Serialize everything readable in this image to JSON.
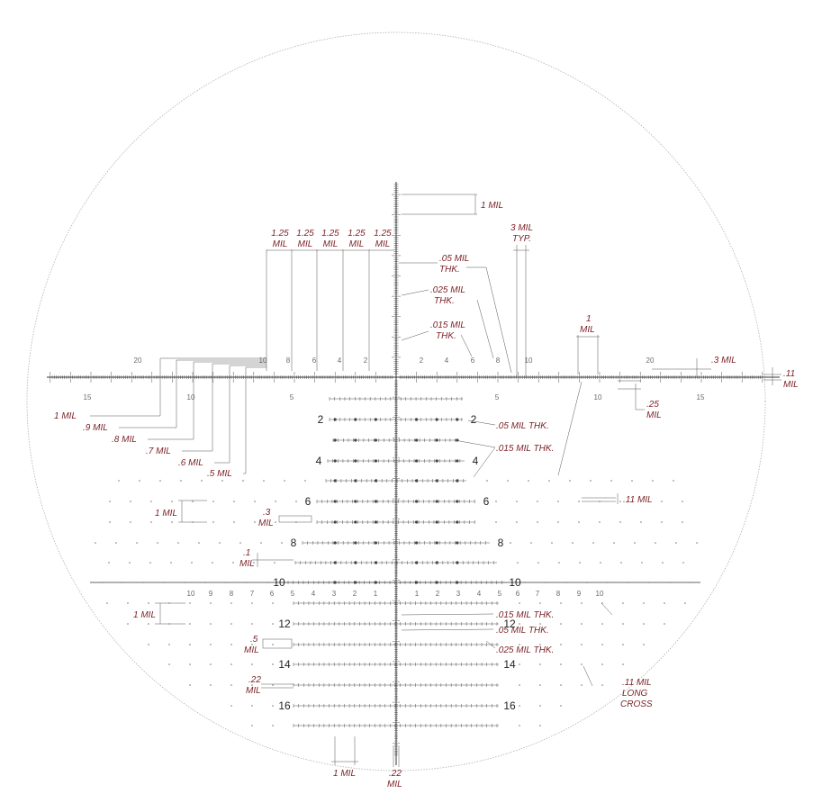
{
  "colors": {
    "dimension_text": "#7a1f24",
    "reticle_line": "#333333",
    "big_number": "#222222"
  },
  "top_dims": {
    "one_mil_top": "1 MIL",
    "spacing_num": "1.25",
    "spacing_unit": "MIL",
    "three_mil_a": "3 MIL",
    "three_mil_b": "TYP.",
    "thk05_a": ".05 MIL",
    "thk05_b": "THK.",
    "thk025_a": ".025 MIL",
    "thk025_b": "THK.",
    "thk015_a": ".015 MIL",
    "thk015_b": "THK.",
    "one_mil_hash_a": "1",
    "one_mil_hash_b": "MIL",
    "point3_mil": ".3 MIL",
    "point11_a": ".11",
    "point11_b": "MIL",
    "point25_a": ".25",
    "point25_b": "MIL"
  },
  "horizontal_scale": {
    "upper_labels": [
      "20",
      "10",
      "8",
      "6",
      "4",
      "2",
      "2",
      "4",
      "6",
      "8",
      "10",
      "20"
    ],
    "lower_labels": [
      "15",
      "10",
      "5",
      "5",
      "10",
      "15"
    ]
  },
  "left_dims": {
    "stair": [
      "1 MIL",
      ".9 MIL",
      ".8 MIL",
      ".7 MIL",
      ".6 MIL",
      ".5 MIL"
    ],
    "one_mil_a": "1 MIL",
    "point3_a": ".3",
    "point3_b": "MIL",
    "point1_a": ".1",
    "point1_b": "MIL",
    "one_mil_b": "1 MIL",
    "point5_a": ".5",
    "point5_b": "MIL",
    "point22_a": ".22",
    "point22_b": "MIL"
  },
  "tree_numbers": [
    "2",
    "4",
    "6",
    "8",
    "10",
    "12",
    "14",
    "16"
  ],
  "wind_labels": [
    "10",
    "9",
    "8",
    "7",
    "6",
    "5",
    "4",
    "3",
    "2",
    "1",
    "1",
    "2",
    "3",
    "4",
    "5",
    "6",
    "7",
    "8",
    "9",
    "10"
  ],
  "right_dims": {
    "thk05": ".05 MIL THK.",
    "thk015": ".015 MIL THK.",
    "point11": ".11 MIL",
    "thk015_low": ".015 MIL THK.",
    "thk05_low": ".05 MIL THK.",
    "thk025_low": ".025 MIL THK.",
    "long_a": ".11 MIL",
    "long_b": "LONG",
    "long_c": "CROSS"
  },
  "bottom_dims": {
    "one_mil": "1 MIL",
    "point22_a": ".22",
    "point22_b": "MIL"
  }
}
